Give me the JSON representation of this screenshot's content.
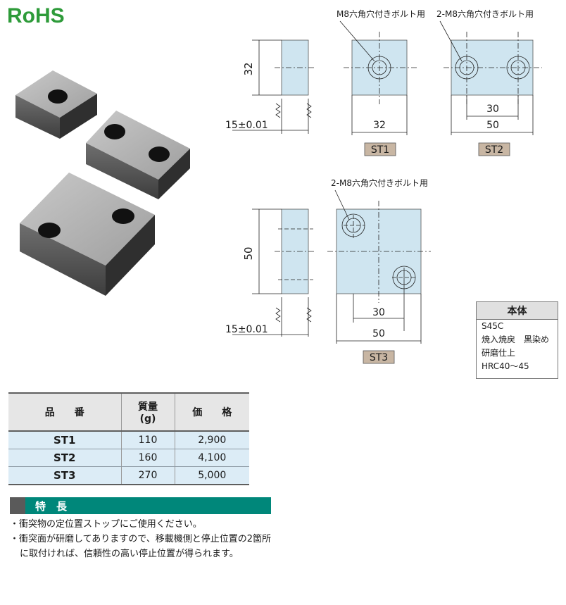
{
  "logo": {
    "text": "RoHS"
  },
  "callouts": {
    "st1_hole": "M8六角穴付きボルト用",
    "st2_hole": "2-M8六角穴付きボルト用",
    "st3_hole": "2-M8六角穴付きボルト用"
  },
  "dimensions": {
    "st1_height": "32",
    "st1_thickness": "15±0.01",
    "st1_width": "32",
    "st2_pitch": "30",
    "st2_width": "50",
    "st3_height": "50",
    "st3_thickness": "15±0.01",
    "st3_pitch": "30",
    "st3_width": "50"
  },
  "labels": {
    "st1": "ST1",
    "st2": "ST2",
    "st3": "ST3"
  },
  "material": {
    "title": "本体",
    "lines": [
      "S45C",
      "焼入焼戻　黒染め",
      "研磨仕上",
      "HRC40～45"
    ]
  },
  "table": {
    "headers": [
      "品　　番",
      "質量\n(g)",
      "価　　格"
    ],
    "rows": [
      [
        "ST1",
        "110",
        "2,900"
      ],
      [
        "ST2",
        "160",
        "4,100"
      ],
      [
        "ST3",
        "270",
        "5,000"
      ]
    ]
  },
  "features": {
    "title": "特　長",
    "items": [
      "・衝突物の定位置ストップにご使用ください。",
      "・衝突面が研磨してありますので、移載機側と停止位置の2箇所に取付ければ、信頼性の高い停止位置が得られます。"
    ]
  },
  "colors": {
    "logo_green": "#2e9b3a",
    "part_fill": "#cfe5f0",
    "label_bg": "#c8b6a3",
    "feature_bar": "#00877a",
    "table_row": "#dcecf6"
  }
}
